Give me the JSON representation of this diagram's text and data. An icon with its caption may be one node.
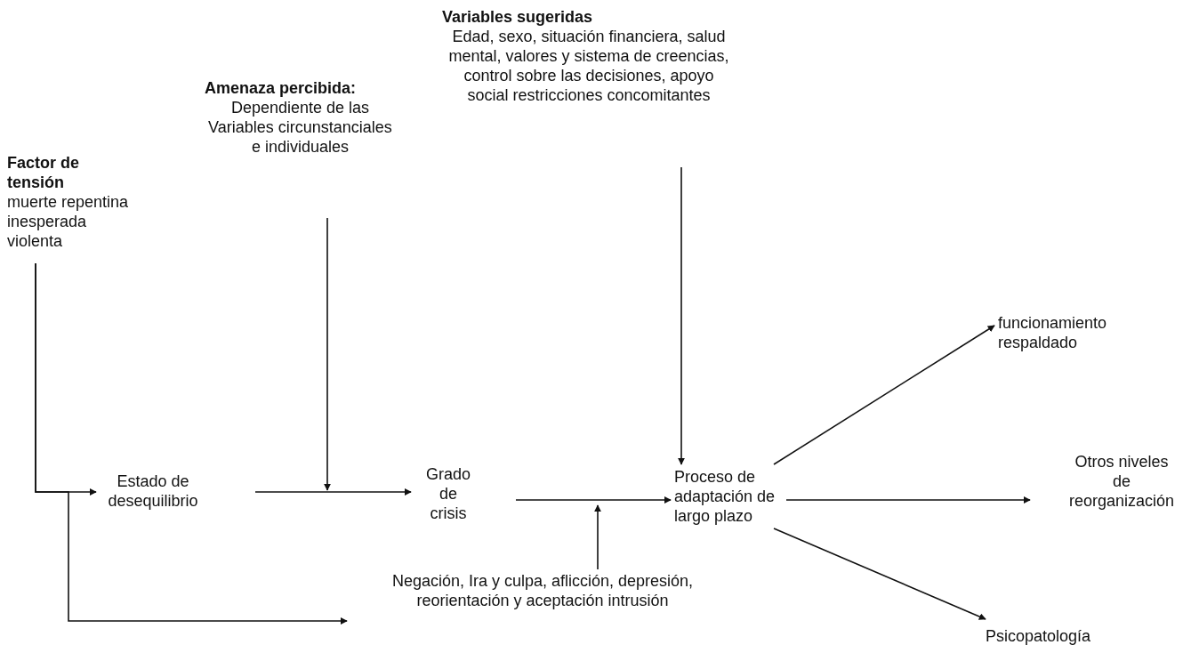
{
  "diagram": {
    "nodes": [
      {
        "text": [
          "Factor de tensión",
          "muerte repentina inesperada violenta"
        ]
      },
      {
        "text": [
          "Estado de desequilibrio"
        ]
      },
      {
        "text": [
          "Amenaza percibida:",
          "Dependiente de las Variables  circunstanciales e individuales"
        ]
      },
      {
        "text": [
          "Grado de crisis"
        ]
      },
      {
        "text": [
          "Variables sugeridas",
          "Edad, sexo, situación financiera, salud mental, valores y  sistema de creencias, control sobre las decisiones, apoyo social restricciones concomitantes"
        ]
      },
      {
        "text": [
          "Proceso de adaptación de largo plazo"
        ]
      },
      {
        "text": [
          "funcionamiento respaldado"
        ]
      },
      {
        "text": [
          "Otros niveles de reorganización"
        ]
      },
      {
        "text": [
          "Psicopatología"
        ]
      },
      {
        "text": [
          "Negación, Ira y culpa, aflicción, depresión, reorientación y aceptación intrusión"
        ]
      }
    ],
    "edges": [
      {
        "from": 0,
        "to": 1,
        "arrow": "to"
      },
      {
        "from": 0,
        "to": null,
        "arrow": "to"
      },
      {
        "from": 1,
        "to": 3,
        "arrow": "to"
      },
      {
        "from": 2,
        "to": null,
        "arrow": "to"
      },
      {
        "from": 3,
        "to": 5,
        "arrow": "to"
      },
      {
        "from": 9,
        "to": null,
        "arrow": "to"
      },
      {
        "from": 4,
        "to": 5,
        "arrow": "to"
      },
      {
        "from": 5,
        "to": 6,
        "arrow": "to"
      },
      {
        "from": 5,
        "to": 7,
        "arrow": "to"
      },
      {
        "from": 5,
        "to": 8,
        "arrow": "to"
      }
    ]
  }
}
